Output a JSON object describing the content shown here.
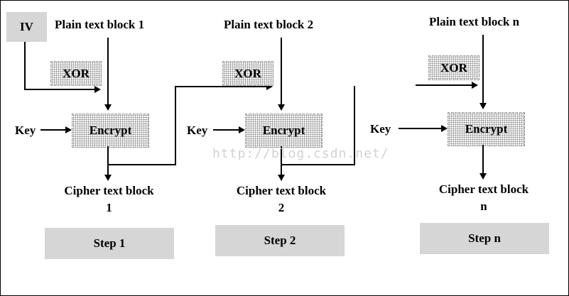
{
  "diagram": {
    "iv": "IV",
    "xor": "XOR",
    "encrypt": "Encrypt",
    "key": "Key",
    "watermark": "http://blog.csdn.net/",
    "colors": {
      "box_gray": "#d6d6d6",
      "line": "#000000",
      "watermark": "#d2d2d2"
    },
    "steps": [
      {
        "plain": "Plain text block 1",
        "cipher1": "Cipher text block",
        "cipher2": "1",
        "step": "Step 1"
      },
      {
        "plain": "Plain text block 2",
        "cipher1": "Cipher text block",
        "cipher2": "2",
        "step": "Step 2"
      },
      {
        "plain": "Plain text block n",
        "cipher1": "Cipher text block",
        "cipher2": "n",
        "step": "Step n"
      }
    ]
  }
}
